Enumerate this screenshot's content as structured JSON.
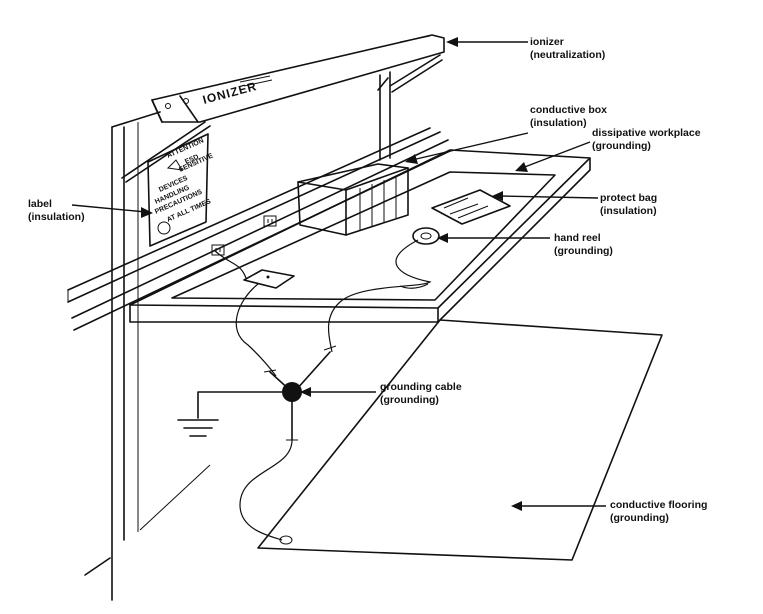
{
  "diagram": {
    "ionizer_sign": "IONIZER",
    "label_sign_lines": [
      "ATTENTION",
      "ESD",
      "SENSITIVE",
      "DEVICES",
      "HANDLING",
      "PRECAUTIONS",
      "AT ALL TIMES"
    ],
    "callouts": [
      {
        "id": "ionizer",
        "title": "ionizer",
        "subtitle": "(neutralization)"
      },
      {
        "id": "conductive-box",
        "title": "conductive box",
        "subtitle": "(insulation)"
      },
      {
        "id": "dissipative-workplace",
        "title": "dissipative workplace",
        "subtitle": "(grounding)"
      },
      {
        "id": "label",
        "title": "label",
        "subtitle": "(insulation)"
      },
      {
        "id": "protect-bag",
        "title": "protect bag",
        "subtitle": "(insulation)"
      },
      {
        "id": "hand-reel",
        "title": "hand reel",
        "subtitle": "(grounding)"
      },
      {
        "id": "grounding-cable",
        "title": "grounding cable",
        "subtitle": "(grounding)"
      },
      {
        "id": "conductive-flooring",
        "title": "conductive flooring",
        "subtitle": "(grounding)"
      }
    ]
  }
}
